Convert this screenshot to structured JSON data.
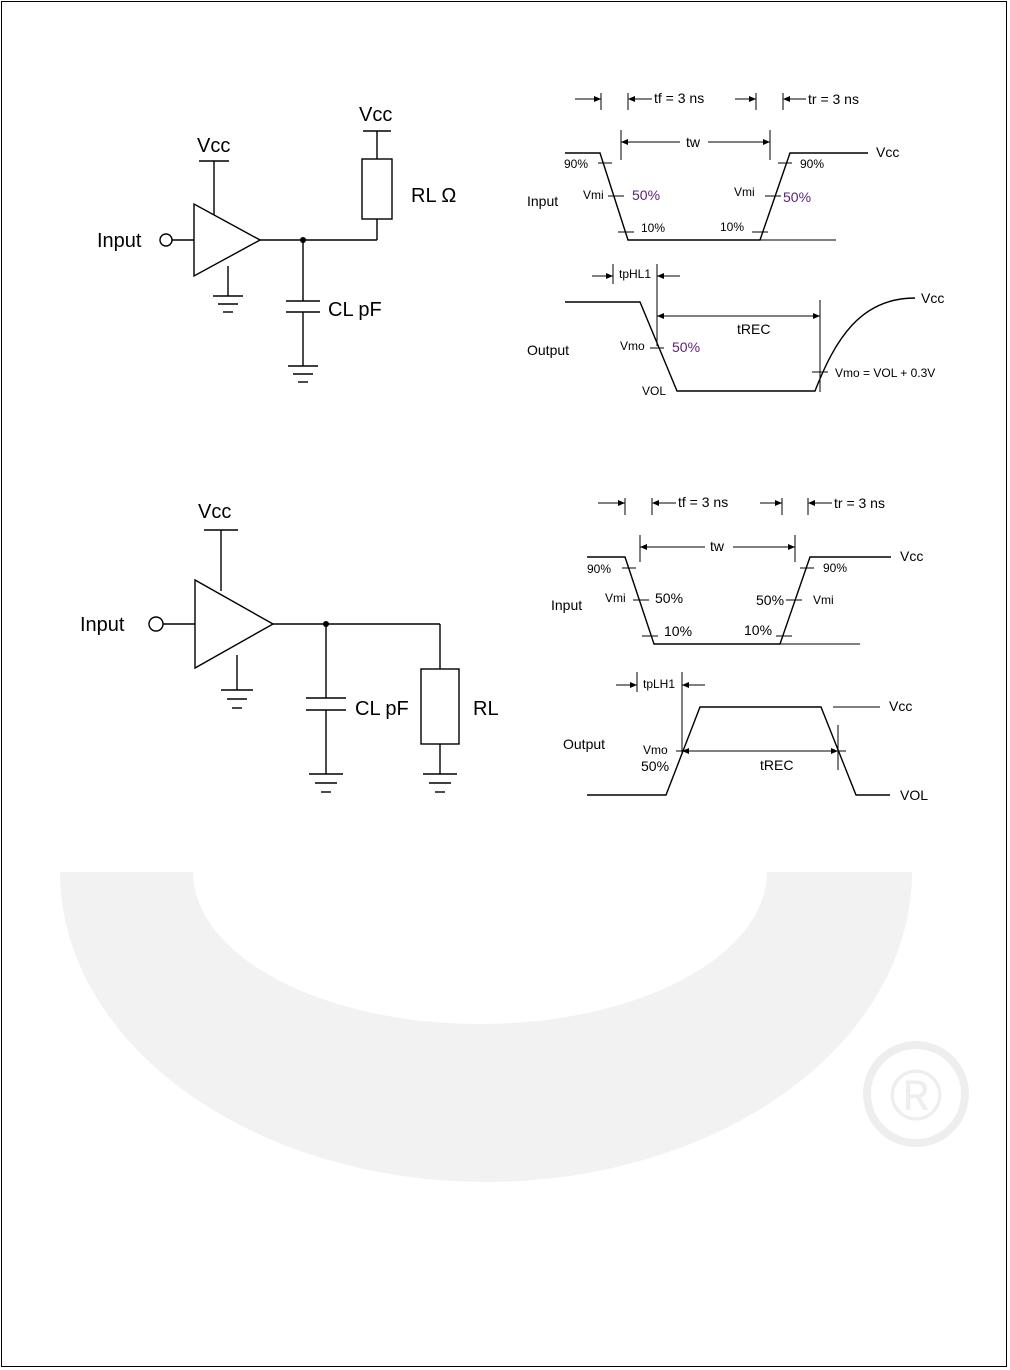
{
  "circuit1": {
    "input": "Input",
    "vcc_amp": "Vcc",
    "vcc_load": "Vcc",
    "rl": "RL Ω",
    "cl": "CL pF"
  },
  "timing1": {
    "tf": "tf = 3 ns",
    "tr": "tr = 3 ns",
    "tw": "tw",
    "vcc": "Vcc",
    "p90_left": "90%",
    "p90_right": "90%",
    "vmi_left": "Vmi",
    "vmi_right": "Vmi",
    "p50_left": "50%",
    "p50_right": "50%",
    "p10_left": "10%",
    "p10_right": "10%",
    "input_label": "Input",
    "tphl": "tpHL1",
    "out_vcc": "Vcc",
    "trec": "tREC",
    "output_label": "Output",
    "vmo": "Vmo",
    "p50_out": "50%",
    "vol": "VOL",
    "vmo_eq": "Vmo = VOL + 0.3V"
  },
  "circuit2": {
    "input": "Input",
    "vcc": "Vcc",
    "cl": "CL pF",
    "rl": "RL"
  },
  "timing2": {
    "tf": "tf = 3 ns",
    "tr": "tr = 3 ns",
    "tw": "tw",
    "vcc": "Vcc",
    "p90_left": "90%",
    "p90_right": "90%",
    "vmi_left": "Vmi",
    "vmi_right": "Vmi",
    "p50_left": "50%",
    "p50_right": "50%",
    "p10_left": "10%",
    "p10_right": "10%",
    "input_label": "Input",
    "tplh": "tpLH1",
    "out_vcc": "Vcc",
    "output_label": "Output",
    "vmo": "Vmo",
    "p50_out": "50%",
    "trec": "tREC",
    "vol": "VOL"
  },
  "watermark": {
    "registered": "®"
  }
}
